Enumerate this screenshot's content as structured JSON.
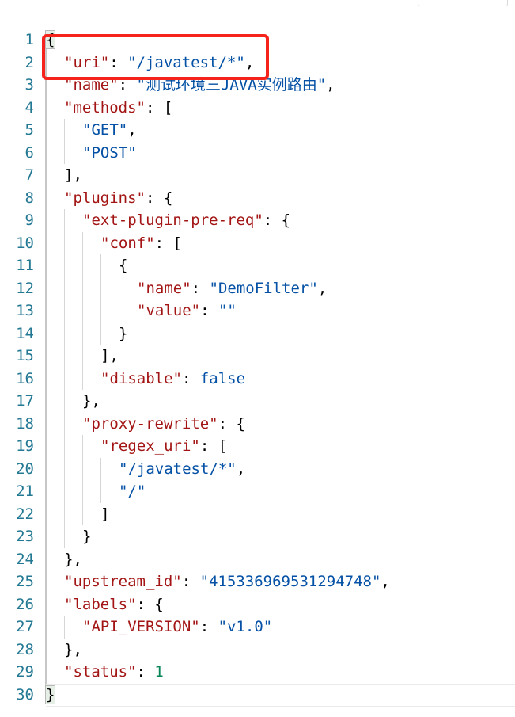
{
  "colors": {
    "key": "#a31515",
    "string": "#0451a5",
    "number": "#098658",
    "boolean": "#0451a5",
    "line_number": "#237893",
    "highlight_box": "#f5231b"
  },
  "lines": [
    {
      "n": "1",
      "indent": 0,
      "tokens": [
        {
          "t": "{",
          "c": "p"
        }
      ]
    },
    {
      "n": "2",
      "indent": 1,
      "tokens": [
        {
          "t": "\"uri\"",
          "c": "k"
        },
        {
          "t": ": ",
          "c": "p"
        },
        {
          "t": "\"/javatest/*\"",
          "c": "s"
        },
        {
          "t": ",",
          "c": "p"
        }
      ]
    },
    {
      "n": "3",
      "indent": 1,
      "tokens": [
        {
          "t": "\"name\"",
          "c": "k"
        },
        {
          "t": ": ",
          "c": "p"
        },
        {
          "t": "\"测试环境三JAVA实例路由\"",
          "c": "s"
        },
        {
          "t": ",",
          "c": "p"
        }
      ]
    },
    {
      "n": "4",
      "indent": 1,
      "tokens": [
        {
          "t": "\"methods\"",
          "c": "k"
        },
        {
          "t": ": [",
          "c": "p"
        }
      ]
    },
    {
      "n": "5",
      "indent": 2,
      "tokens": [
        {
          "t": "\"GET\"",
          "c": "s"
        },
        {
          "t": ",",
          "c": "p"
        }
      ]
    },
    {
      "n": "6",
      "indent": 2,
      "tokens": [
        {
          "t": "\"POST\"",
          "c": "s"
        }
      ]
    },
    {
      "n": "7",
      "indent": 1,
      "tokens": [
        {
          "t": "],",
          "c": "p"
        }
      ]
    },
    {
      "n": "8",
      "indent": 1,
      "tokens": [
        {
          "t": "\"plugins\"",
          "c": "k"
        },
        {
          "t": ": {",
          "c": "p"
        }
      ]
    },
    {
      "n": "9",
      "indent": 2,
      "tokens": [
        {
          "t": "\"ext-plugin-pre-req\"",
          "c": "k"
        },
        {
          "t": ": {",
          "c": "p"
        }
      ]
    },
    {
      "n": "10",
      "indent": 3,
      "tokens": [
        {
          "t": "\"conf\"",
          "c": "k"
        },
        {
          "t": ": [",
          "c": "p"
        }
      ]
    },
    {
      "n": "11",
      "indent": 4,
      "tokens": [
        {
          "t": "{",
          "c": "p"
        }
      ]
    },
    {
      "n": "12",
      "indent": 5,
      "tokens": [
        {
          "t": "\"name\"",
          "c": "k"
        },
        {
          "t": ": ",
          "c": "p"
        },
        {
          "t": "\"DemoFilter\"",
          "c": "s"
        },
        {
          "t": ",",
          "c": "p"
        }
      ]
    },
    {
      "n": "13",
      "indent": 5,
      "tokens": [
        {
          "t": "\"value\"",
          "c": "k"
        },
        {
          "t": ": ",
          "c": "p"
        },
        {
          "t": "\"\"",
          "c": "s"
        }
      ]
    },
    {
      "n": "14",
      "indent": 4,
      "tokens": [
        {
          "t": "}",
          "c": "p"
        }
      ]
    },
    {
      "n": "15",
      "indent": 3,
      "tokens": [
        {
          "t": "],",
          "c": "p"
        }
      ]
    },
    {
      "n": "16",
      "indent": 3,
      "tokens": [
        {
          "t": "\"disable\"",
          "c": "k"
        },
        {
          "t": ": ",
          "c": "p"
        },
        {
          "t": "false",
          "c": "b"
        }
      ]
    },
    {
      "n": "17",
      "indent": 2,
      "tokens": [
        {
          "t": "},",
          "c": "p"
        }
      ]
    },
    {
      "n": "18",
      "indent": 2,
      "tokens": [
        {
          "t": "\"proxy-rewrite\"",
          "c": "k"
        },
        {
          "t": ": {",
          "c": "p"
        }
      ]
    },
    {
      "n": "19",
      "indent": 3,
      "tokens": [
        {
          "t": "\"regex_uri\"",
          "c": "k"
        },
        {
          "t": ": [",
          "c": "p"
        }
      ]
    },
    {
      "n": "20",
      "indent": 4,
      "tokens": [
        {
          "t": "\"/javatest/*\"",
          "c": "s"
        },
        {
          "t": ",",
          "c": "p"
        }
      ]
    },
    {
      "n": "21",
      "indent": 4,
      "tokens": [
        {
          "t": "\"/\"",
          "c": "s"
        }
      ]
    },
    {
      "n": "22",
      "indent": 3,
      "tokens": [
        {
          "t": "]",
          "c": "p"
        }
      ]
    },
    {
      "n": "23",
      "indent": 2,
      "tokens": [
        {
          "t": "}",
          "c": "p"
        }
      ]
    },
    {
      "n": "24",
      "indent": 1,
      "tokens": [
        {
          "t": "},",
          "c": "p"
        }
      ]
    },
    {
      "n": "25",
      "indent": 1,
      "tokens": [
        {
          "t": "\"upstream_id\"",
          "c": "k"
        },
        {
          "t": ": ",
          "c": "p"
        },
        {
          "t": "\"415336969531294748\"",
          "c": "s"
        },
        {
          "t": ",",
          "c": "p"
        }
      ]
    },
    {
      "n": "26",
      "indent": 1,
      "tokens": [
        {
          "t": "\"labels\"",
          "c": "k"
        },
        {
          "t": ": {",
          "c": "p"
        }
      ]
    },
    {
      "n": "27",
      "indent": 2,
      "tokens": [
        {
          "t": "\"API_VERSION\"",
          "c": "k"
        },
        {
          "t": ": ",
          "c": "p"
        },
        {
          "t": "\"v1.0\"",
          "c": "s"
        }
      ]
    },
    {
      "n": "28",
      "indent": 1,
      "tokens": [
        {
          "t": "},",
          "c": "p"
        }
      ]
    },
    {
      "n": "29",
      "indent": 1,
      "tokens": [
        {
          "t": "\"status\"",
          "c": "k"
        },
        {
          "t": ": ",
          "c": "p"
        },
        {
          "t": "1",
          "c": "n"
        }
      ]
    },
    {
      "n": "30",
      "indent": 0,
      "tokens": [
        {
          "t": "}",
          "c": "p"
        }
      ]
    }
  ],
  "current_line": "30"
}
